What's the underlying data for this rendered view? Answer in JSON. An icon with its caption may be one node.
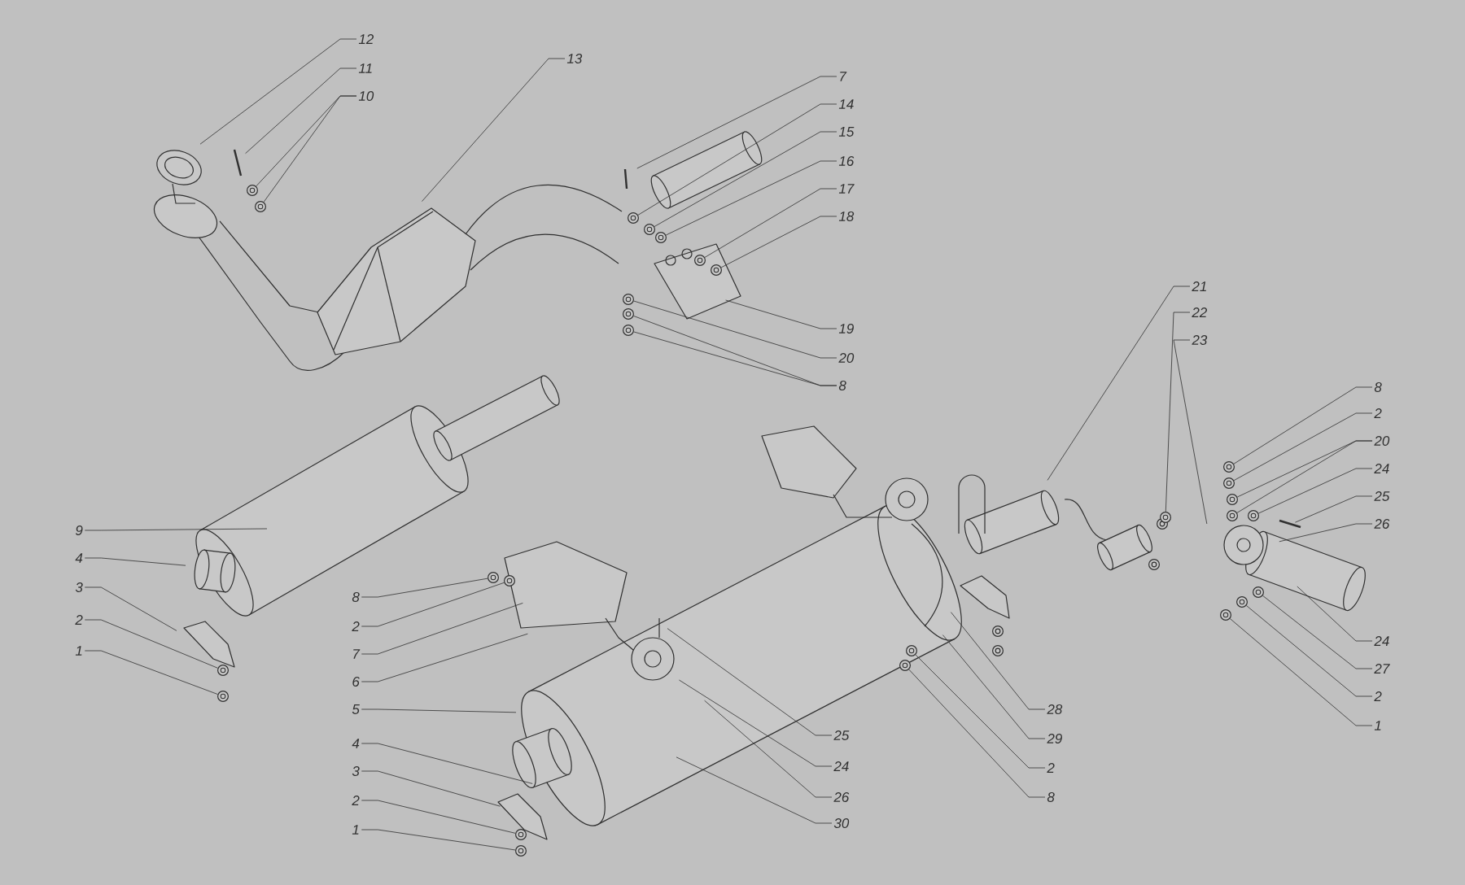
{
  "diagram": {
    "nodes": [
      {
        "text": [
          "12"
        ]
      },
      {
        "text": [
          "11"
        ]
      },
      {
        "text": [
          "10"
        ]
      },
      {
        "text": [
          "13"
        ]
      },
      {
        "text": [
          "7"
        ]
      },
      {
        "text": [
          "14"
        ]
      },
      {
        "text": [
          "15"
        ]
      },
      {
        "text": [
          "16"
        ]
      },
      {
        "text": [
          "17"
        ]
      },
      {
        "text": [
          "18"
        ]
      },
      {
        "text": [
          "19"
        ]
      },
      {
        "text": [
          "20"
        ]
      },
      {
        "text": [
          "8"
        ]
      },
      {
        "text": [
          "21"
        ]
      },
      {
        "text": [
          "22"
        ]
      },
      {
        "text": [
          "23"
        ]
      },
      {
        "text": [
          "8"
        ]
      },
      {
        "text": [
          "2"
        ]
      },
      {
        "text": [
          "20"
        ]
      },
      {
        "text": [
          "24"
        ]
      },
      {
        "text": [
          "25"
        ]
      },
      {
        "text": [
          "26"
        ]
      },
      {
        "text": [
          "24"
        ]
      },
      {
        "text": [
          "27"
        ]
      },
      {
        "text": [
          "2"
        ]
      },
      {
        "text": [
          "1"
        ]
      },
      {
        "text": [
          "9"
        ]
      },
      {
        "text": [
          "4"
        ]
      },
      {
        "text": [
          "3"
        ]
      },
      {
        "text": [
          "2"
        ]
      },
      {
        "text": [
          "1"
        ]
      },
      {
        "text": [
          "8"
        ]
      },
      {
        "text": [
          "2"
        ]
      },
      {
        "text": [
          "7"
        ]
      },
      {
        "text": [
          "6"
        ]
      },
      {
        "text": [
          "5"
        ]
      },
      {
        "text": [
          "4"
        ]
      },
      {
        "text": [
          "3"
        ]
      },
      {
        "text": [
          "2"
        ]
      },
      {
        "text": [
          "1"
        ]
      },
      {
        "text": [
          "25"
        ]
      },
      {
        "text": [
          "24"
        ]
      },
      {
        "text": [
          "26"
        ]
      },
      {
        "text": [
          "30"
        ]
      },
      {
        "text": [
          "28"
        ]
      },
      {
        "text": [
          "29"
        ]
      },
      {
        "text": [
          "2"
        ]
      },
      {
        "text": [
          "8"
        ]
      },
      {
        "text": [],
        "shape": "circle"
      },
      {
        "text": [],
        "shape": "circle"
      },
      {
        "text": [],
        "shape": "circle"
      },
      {
        "text": [],
        "shape": "circle"
      },
      {
        "text": [],
        "shape": "circle"
      },
      {
        "text": [],
        "shape": "circle"
      },
      {
        "text": [],
        "shape": "circle"
      },
      {
        "text": [],
        "shape": "circle"
      },
      {
        "text": [],
        "shape": "circle"
      },
      {
        "text": [],
        "shape": "circle"
      },
      {
        "text": [],
        "shape": "circle"
      },
      {
        "text": [],
        "shape": "circle"
      },
      {
        "text": [],
        "shape": "circle"
      },
      {
        "text": [],
        "shape": "circle"
      },
      {
        "text": [],
        "shape": "circle"
      },
      {
        "text": [],
        "shape": "circle"
      },
      {
        "text": [],
        "shape": "circle"
      },
      {
        "text": [],
        "shape": "circle"
      },
      {
        "text": [],
        "shape": "circle"
      },
      {
        "text": [],
        "shape": "circle"
      },
      {
        "text": [],
        "shape": "circle"
      },
      {
        "text": [],
        "shape": "circle"
      },
      {
        "text": [],
        "shape": "circle"
      },
      {
        "text": [],
        "shape": "circle"
      },
      {
        "text": [],
        "shape": "circle"
      },
      {
        "text": [],
        "shape": "circle"
      },
      {
        "text": [],
        "shape": "circle"
      }
    ],
    "edges": [
      {
        "from": 0,
        "to": null,
        "arrow": "none"
      },
      {
        "from": 1,
        "to": null,
        "arrow": "none"
      },
      {
        "from": 2,
        "to": 48,
        "arrow": "none"
      },
      {
        "from": 2,
        "to": 49,
        "arrow": "none"
      },
      {
        "from": 3,
        "to": null,
        "arrow": "none"
      },
      {
        "from": 4,
        "to": null,
        "arrow": "none"
      },
      {
        "from": 5,
        "to": 50,
        "arrow": "none"
      },
      {
        "from": 6,
        "to": 51,
        "arrow": "none"
      },
      {
        "from": 7,
        "to": 52,
        "arrow": "none"
      },
      {
        "from": 8,
        "to": 53,
        "arrow": "none"
      },
      {
        "from": 9,
        "to": 54,
        "arrow": "none"
      },
      {
        "from": 10,
        "to": null,
        "arrow": "none"
      },
      {
        "from": 11,
        "to": 55,
        "arrow": "none"
      },
      {
        "from": 12,
        "to": 56,
        "arrow": "none"
      },
      {
        "from": 12,
        "to": 57,
        "arrow": "none"
      },
      {
        "from": 13,
        "to": null,
        "arrow": "none"
      },
      {
        "from": 14,
        "to": 58,
        "arrow": "none"
      },
      {
        "from": 15,
        "to": null,
        "arrow": "none"
      },
      {
        "from": 16,
        "to": 59,
        "arrow": "none"
      },
      {
        "from": 17,
        "to": 60,
        "arrow": "none"
      },
      {
        "from": 18,
        "to": 61,
        "arrow": "none"
      },
      {
        "from": 18,
        "to": 62,
        "arrow": "none"
      },
      {
        "from": 19,
        "to": 63,
        "arrow": "none"
      },
      {
        "from": 20,
        "to": null,
        "arrow": "none"
      },
      {
        "from": 21,
        "to": null,
        "arrow": "none"
      },
      {
        "from": 22,
        "to": null,
        "arrow": "none"
      },
      {
        "from": 23,
        "to": 64,
        "arrow": "none"
      },
      {
        "from": 24,
        "to": 65,
        "arrow": "none"
      },
      {
        "from": 25,
        "to": 66,
        "arrow": "none"
      },
      {
        "from": 26,
        "to": null,
        "arrow": "none"
      },
      {
        "from": 27,
        "to": null,
        "arrow": "none"
      },
      {
        "from": 28,
        "to": null,
        "arrow": "none"
      },
      {
        "from": 29,
        "to": 67,
        "arrow": "none"
      },
      {
        "from": 30,
        "to": 68,
        "arrow": "none"
      },
      {
        "from": 31,
        "to": 69,
        "arrow": "none"
      },
      {
        "from": 32,
        "to": 70,
        "arrow": "none"
      },
      {
        "from": 33,
        "to": null,
        "arrow": "none"
      },
      {
        "from": 34,
        "to": null,
        "arrow": "none"
      },
      {
        "from": 35,
        "to": null,
        "arrow": "none"
      },
      {
        "from": 36,
        "to": null,
        "arrow": "none"
      },
      {
        "from": 37,
        "to": null,
        "arrow": "none"
      },
      {
        "from": 38,
        "to": 71,
        "arrow": "none"
      },
      {
        "from": 39,
        "to": 72,
        "arrow": "none"
      },
      {
        "from": 40,
        "to": null,
        "arrow": "none"
      },
      {
        "from": 41,
        "to": null,
        "arrow": "none"
      },
      {
        "from": 42,
        "to": null,
        "arrow": "none"
      },
      {
        "from": 43,
        "to": null,
        "arrow": "none"
      },
      {
        "from": 44,
        "to": null,
        "arrow": "none"
      },
      {
        "from": 45,
        "to": null,
        "arrow": "none"
      },
      {
        "from": 46,
        "to": 73,
        "arrow": "none"
      },
      {
        "from": 47,
        "to": 74,
        "arrow": "none"
      }
    ]
  }
}
